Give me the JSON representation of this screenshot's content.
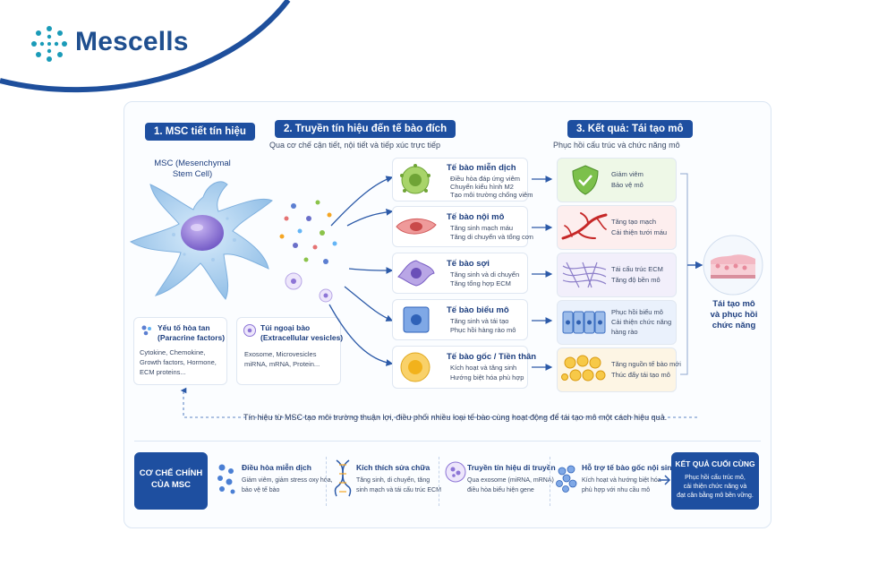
{
  "brand": {
    "name": "Mescells"
  },
  "columns": {
    "col1": {
      "header": "1. MSC tiết tín hiệu"
    },
    "col2": {
      "header": "2. Truyền tín hiệu đến tế bào đích",
      "subtitle": "Qua cơ chế cận tiết, nội tiết và tiếp xúc trực tiếp"
    },
    "col3": {
      "header": "3. Kết quả: Tái tạo mô",
      "subtitle": "Phục hồi cấu trúc và chức năng mô"
    }
  },
  "msc": {
    "line1": "MSC (Mesenchymal",
    "line2": "Stem Cell)"
  },
  "factors": [
    {
      "title1": "Yếu tố hòa tan",
      "title2": "(Paracrine factors)",
      "lines": [
        "Cytokine, Chemokine,",
        "Growth factors, Hormone,",
        "ECM proteins..."
      ]
    },
    {
      "title1": "Túi ngoại bào",
      "title2": "(Extracellular vesicles)",
      "lines": [
        "Exosome, Microvesicles",
        "miRNA, mRNA, Protein..."
      ]
    }
  ],
  "targets": [
    {
      "title": "Tế bào miễn dịch",
      "lines": [
        "Điều hòa đáp ứng viêm",
        "Chuyển kiểu hình M2",
        "Tạo môi trường chống viêm"
      ],
      "color": "#8bc34a"
    },
    {
      "title": "Tế bào nội mô",
      "lines": [
        "Tăng sinh mạch máu",
        "Tăng di chuyển và tổng cơn"
      ],
      "color": "#e57373"
    },
    {
      "title": "Tế bào sợi",
      "lines": [
        "Tăng sinh và di chuyển",
        "Tăng tổng hợp ECM"
      ],
      "color": "#9575cd"
    },
    {
      "title": "Tế bào biểu mô",
      "lines": [
        "Tăng sinh và tái tạo",
        "Phục hồi hàng rào mô"
      ],
      "color": "#4a7fd4"
    },
    {
      "title": "Tế bào gốc / Tiền thân",
      "lines": [
        "Kích hoạt và tăng sinh",
        "Hướng biệt hóa phù hợp"
      ],
      "color": "#f5b820"
    }
  ],
  "results": [
    {
      "lines": [
        "Giảm viêm",
        "Bảo vệ mô"
      ]
    },
    {
      "lines": [
        "Tăng tạo mạch",
        "Cải thiện tưới máu"
      ]
    },
    {
      "lines": [
        "Tái cấu trúc ECM",
        "Tăng độ bền mô"
      ]
    },
    {
      "lines": [
        "Phục hồi biểu mô",
        "Cải thiện chức năng",
        "hàng rào"
      ]
    },
    {
      "lines": [
        "Tăng nguồn tế bào mới",
        "Thúc đẩy tái tạo mô"
      ]
    }
  ],
  "outcome": {
    "line1": "Tái tạo mô",
    "line2": "và phục hồi",
    "line3": "chức năng"
  },
  "feedback": "Tín hiệu từ MSC tạo môi trường thuận lợi, điều phối nhiều loại tế bào cùng hoạt động để tái tạo mô một cách hiệu quả.",
  "bottom": {
    "left": {
      "line1": "CƠ CHẾ CHÍNH",
      "line2": "CỦA MSC"
    },
    "mechanisms": [
      {
        "title": "Điều hòa miễn dịch",
        "lines": [
          "Giảm viêm, giảm stress oxy hóa,",
          "bảo vệ tế bào"
        ]
      },
      {
        "title": "Kích thích sửa chữa",
        "lines": [
          "Tăng sinh, di chuyển, tăng",
          "sinh mạch và tái cấu trúc ECM"
        ]
      },
      {
        "title": "Truyền tín hiệu di truyền",
        "lines": [
          "Qua exosome (miRNA, mRNA)",
          "điều hòa biểu hiện gene"
        ]
      },
      {
        "title": "Hỗ trợ tế bào gốc nội sinh",
        "lines": [
          "Kích hoạt và hướng biệt hóa",
          "phù hợp với nhu cầu mô"
        ]
      }
    ],
    "final": {
      "title": "KẾT QUẢ CUỐI CÙNG",
      "lines": [
        "Phục hồi cấu trúc mô,",
        "cải thiện chức năng và",
        "đạt cân bằng mô bền vững."
      ]
    }
  }
}
